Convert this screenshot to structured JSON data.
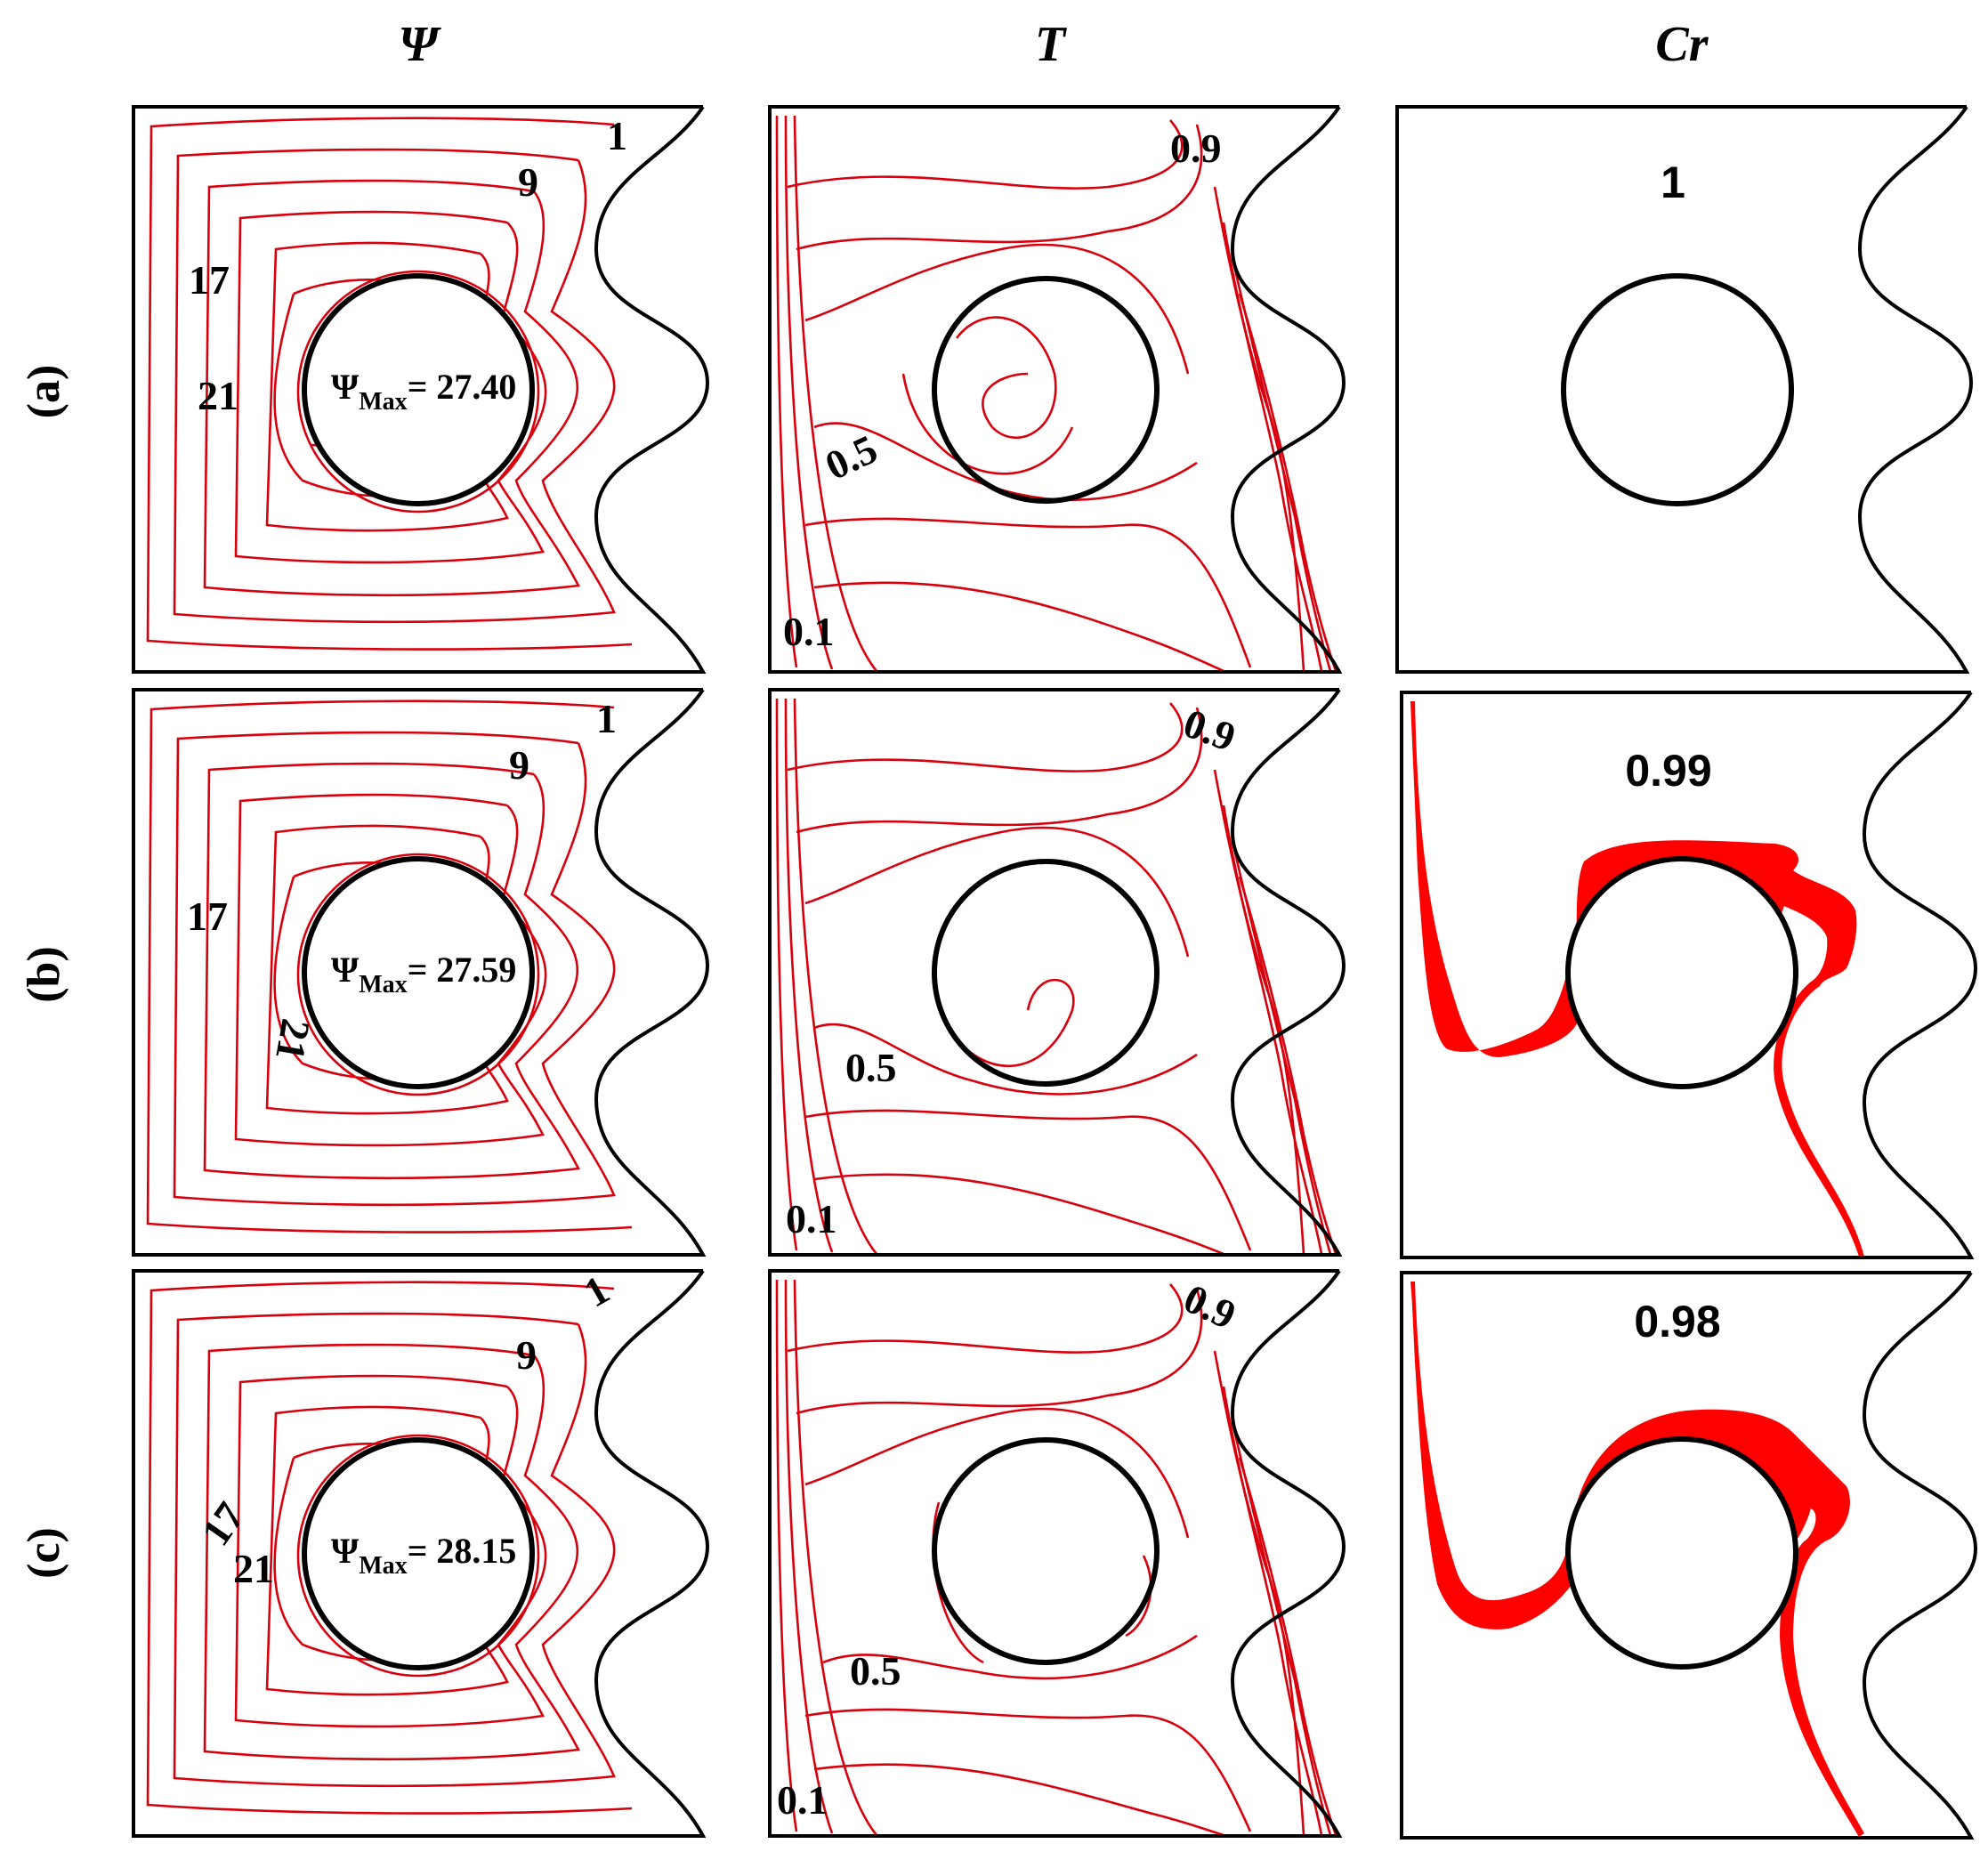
{
  "figure": {
    "column_headers": {
      "psi": "Ψ",
      "temperature": "T",
      "concentration": "Cr"
    },
    "rows": [
      {
        "label": "(a)",
        "psi": {
          "contour_labels": [
            "1",
            "9",
            "17",
            "21"
          ],
          "max_symbol": "Ψ",
          "max_sub": "Max",
          "max_value": "= 27.40"
        },
        "temperature": {
          "contour_labels": [
            "0.9",
            "0.5",
            "0.1"
          ]
        },
        "concentration": {
          "label": "1"
        }
      },
      {
        "label": "(b)",
        "psi": {
          "contour_labels": [
            "1",
            "9",
            "17",
            "21"
          ],
          "max_symbol": "Ψ",
          "max_sub": "Max",
          "max_value": "= 27.59"
        },
        "temperature": {
          "contour_labels": [
            "0.9",
            "0.5",
            "0.1"
          ]
        },
        "concentration": {
          "label": "0.99"
        }
      },
      {
        "label": "(c)",
        "psi": {
          "contour_labels": [
            "1",
            "9",
            "17",
            "21"
          ],
          "max_symbol": "Ψ",
          "max_sub": "Max",
          "max_value": "= 28.15"
        },
        "temperature": {
          "contour_labels": [
            "0.9",
            "0.5",
            "0.1"
          ]
        },
        "concentration": {
          "label": "0.98"
        }
      }
    ],
    "colors": {
      "contour": "#d8000c",
      "concentration_fill": "#ff0000",
      "wall": "#000000"
    }
  }
}
